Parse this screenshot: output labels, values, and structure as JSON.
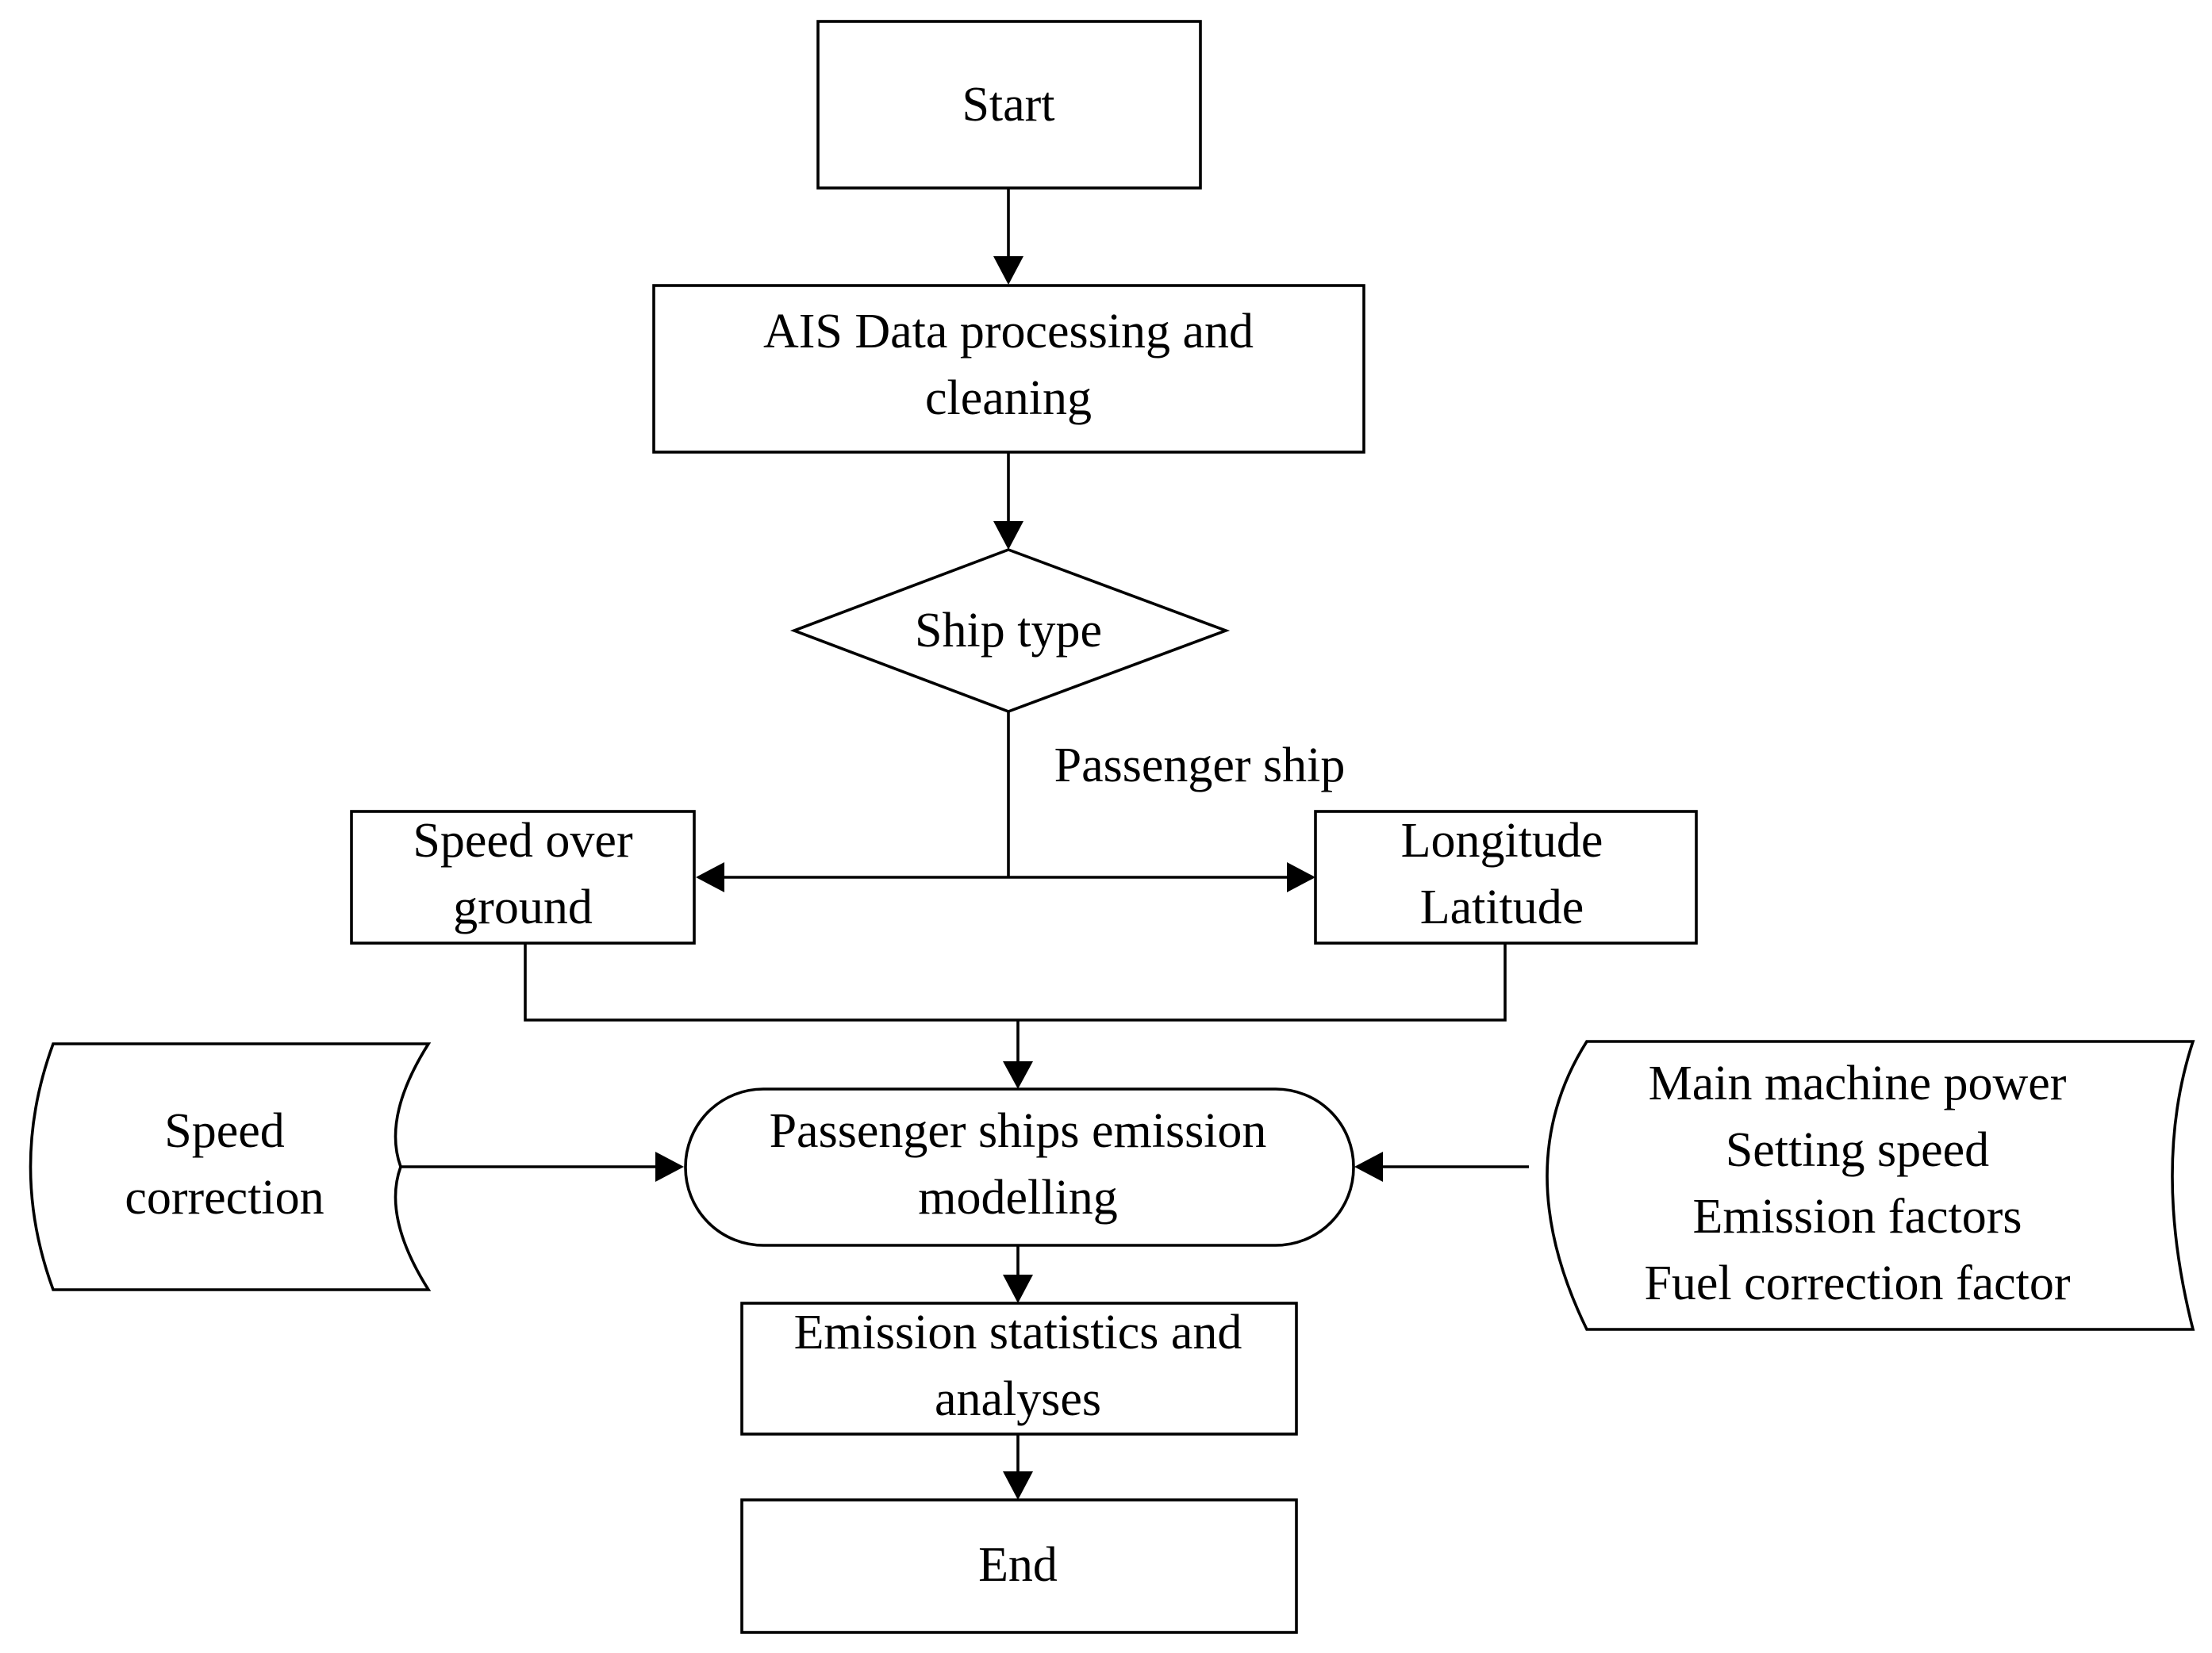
{
  "nodes": {
    "start": {
      "lines": [
        "Start"
      ]
    },
    "ais_processing": {
      "lines": [
        "AIS Data processing and",
        "cleaning"
      ]
    },
    "ship_type": {
      "lines": [
        "Ship type"
      ]
    },
    "speed_over_ground": {
      "lines": [
        "Speed over",
        "ground"
      ]
    },
    "longitude_latitude": {
      "lines": [
        "Longitude",
        "Latitude"
      ]
    },
    "speed_correction": {
      "lines": [
        "Speed",
        "correction"
      ]
    },
    "emission_modelling": {
      "lines": [
        "Passenger ships emission",
        "modelling"
      ]
    },
    "parameters": {
      "lines": [
        "Main machine power",
        "Setting speed",
        "Emission factors",
        "Fuel correction factor"
      ]
    },
    "statistics": {
      "lines": [
        "Emission statistics and",
        "analyses"
      ]
    },
    "end": {
      "lines": [
        "End"
      ]
    }
  },
  "edge_labels": {
    "passenger_ship": "Passenger ship"
  }
}
